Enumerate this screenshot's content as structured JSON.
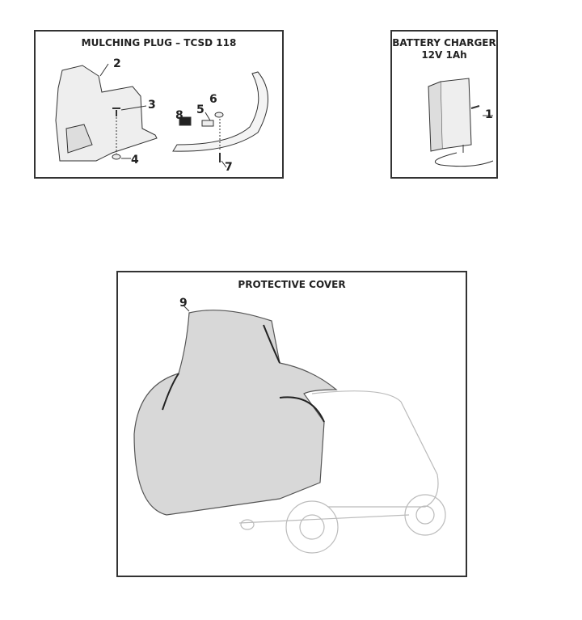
{
  "panels": [
    {
      "title": "MULCHING PLUG – TCSD 118",
      "callouts": [
        "2",
        "3",
        "4",
        "5",
        "6",
        "7",
        "8"
      ]
    },
    {
      "title_line1": "BATTERY CHARGER",
      "title_line2": "12V 1Ah",
      "callouts": [
        "1"
      ]
    },
    {
      "title": "PROTECTIVE COVER",
      "callouts": [
        "9"
      ]
    }
  ]
}
